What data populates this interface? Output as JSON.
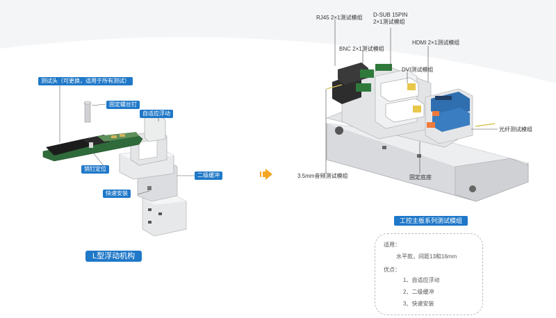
{
  "left": {
    "tags": {
      "probe_head": "测试头（可更换，适用于所有测试）",
      "fixed_screw": "固定螺丝钉",
      "self_adaptive": "自适应浮动",
      "pin_positioning": "销钉定位",
      "secondary_buffer": "二级缓冲",
      "quick_install": "快速安装"
    },
    "title": "L型浮动机构"
  },
  "right": {
    "labels": {
      "rj45": "RJ45 2×1测试模组",
      "dsub": "D-SUB 15PIN\n2×1测试模组",
      "bnc": "BNC 2×1测试模组",
      "hdmi": "HDMI 2×1测试模组",
      "dvi": "DVI测试模组",
      "fiber": "光纤测试模组",
      "audio": "3.5mm音频测试模组",
      "base": "固定底座"
    },
    "title": "工控主板系列测试模组"
  },
  "info": {
    "applicable_label": "适用：",
    "applicable_value": "水平款，间距13和16mm",
    "advantages_label": "优点：",
    "advantages": [
      "1、自适应浮动",
      "2、二级缓冲",
      "3、快速安装"
    ]
  },
  "colors": {
    "accent": "#1f78c8",
    "arrow": "#f5a623"
  }
}
